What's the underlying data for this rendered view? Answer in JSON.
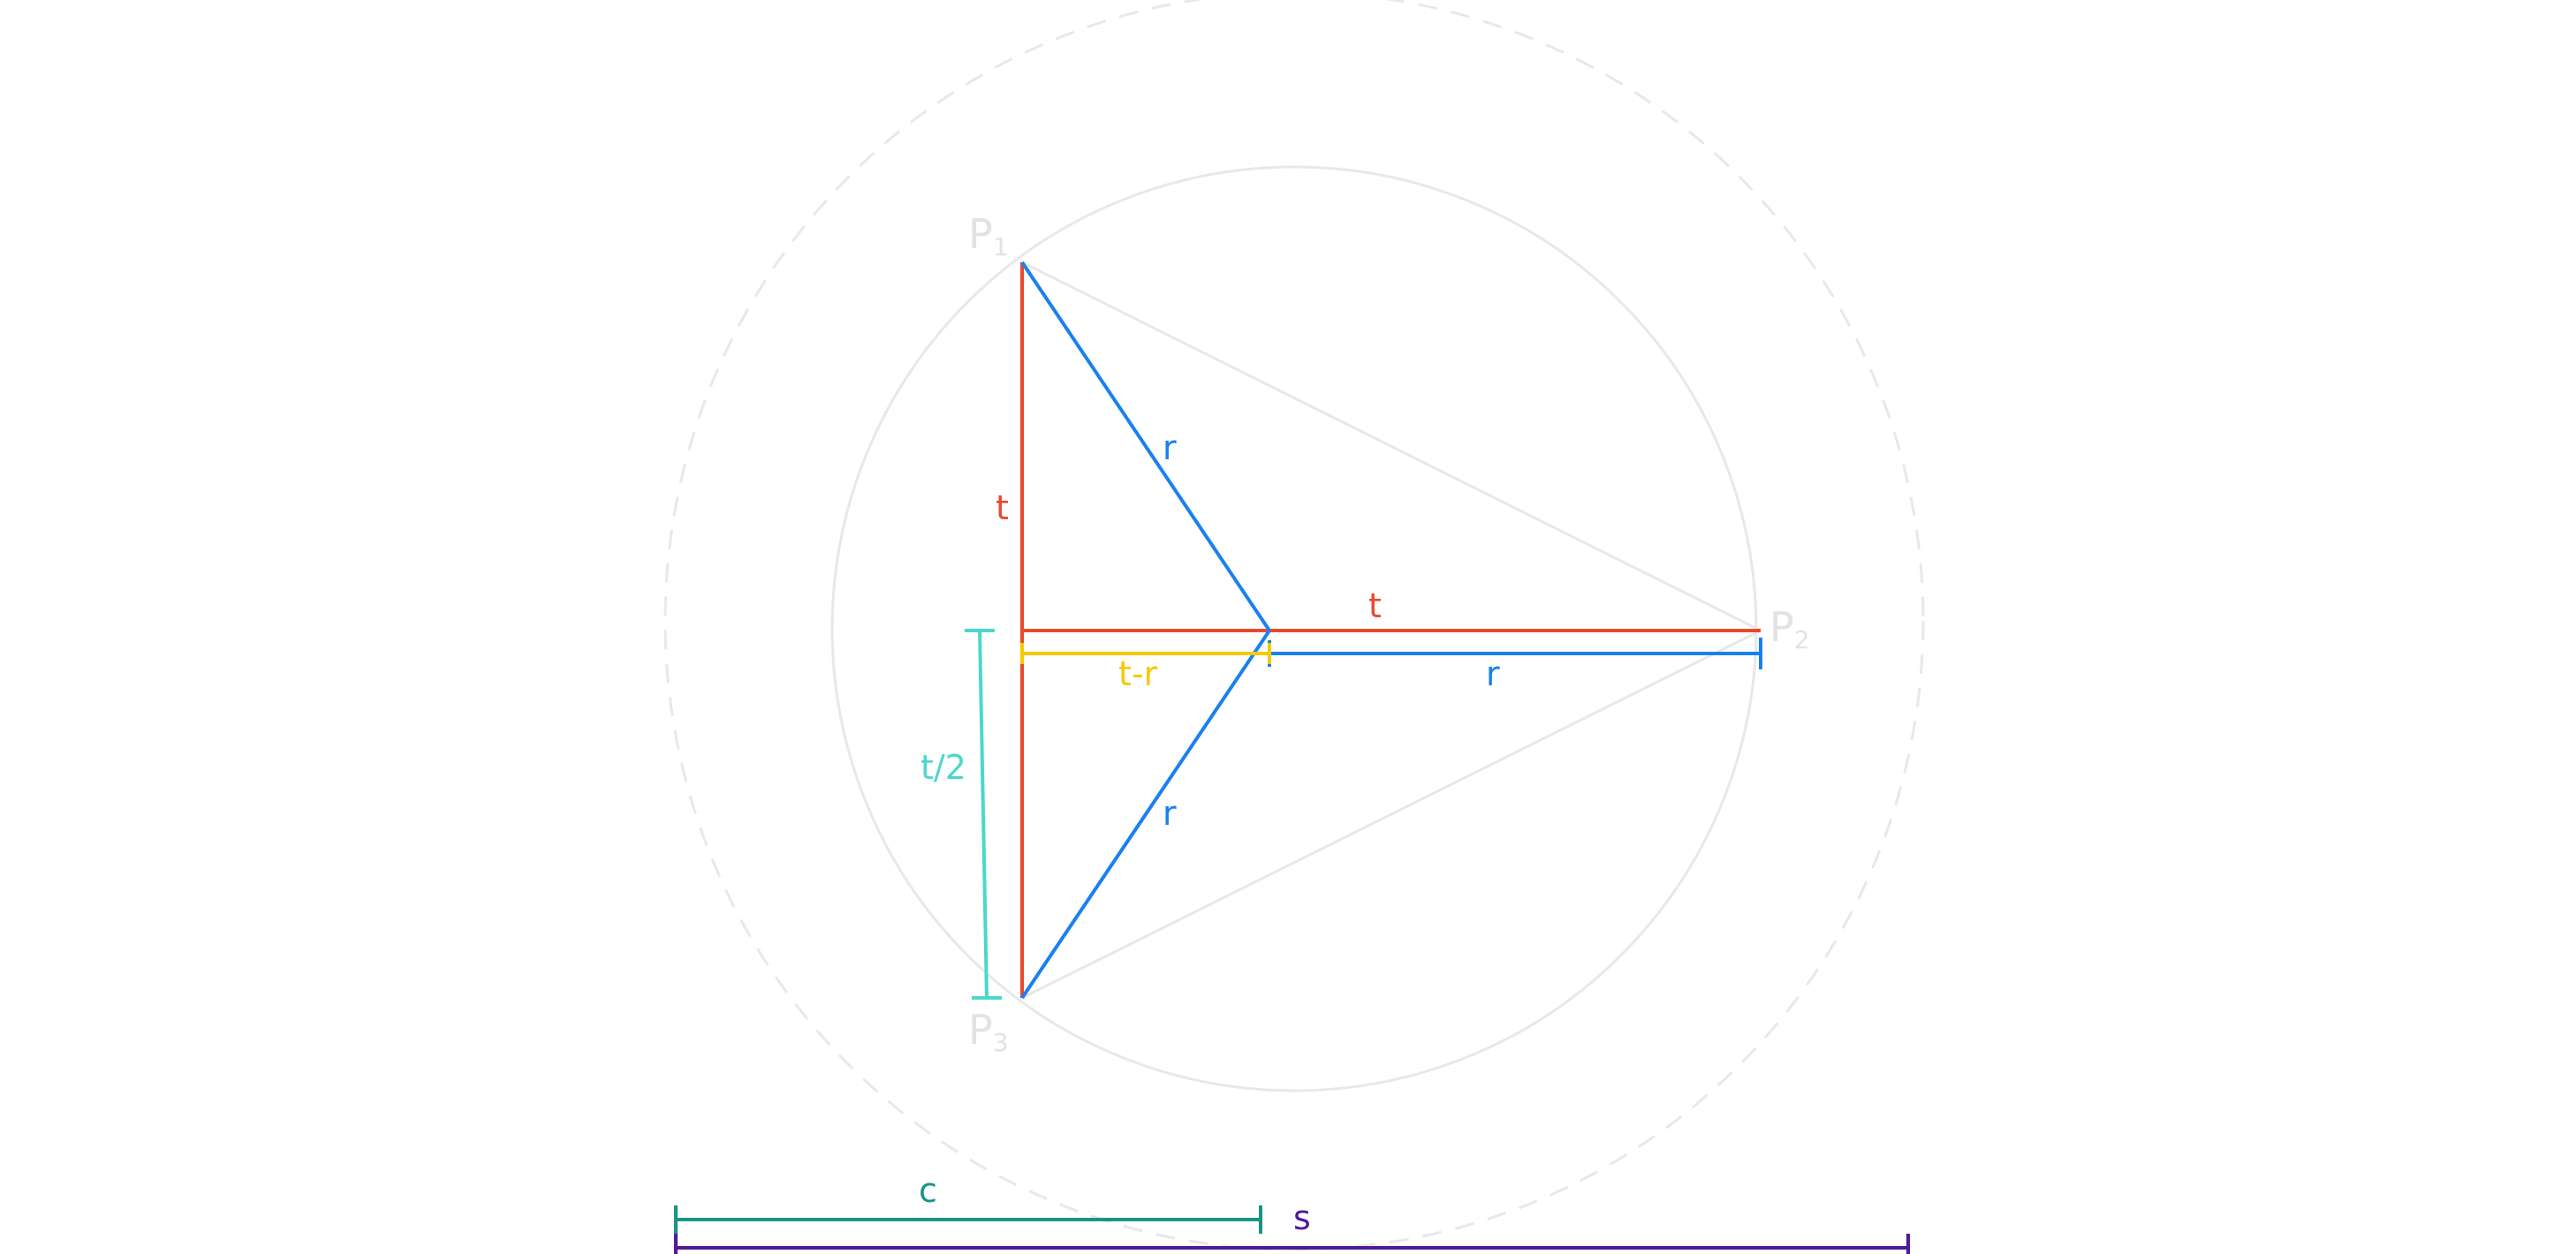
{
  "colors": {
    "circle": "#e8e8e8",
    "point_label": "#e2e2e2",
    "t": "#e84a30",
    "r": "#1a80f0",
    "t_minus_r": "#f8c800",
    "t_half": "#4ad8cc",
    "c": "#15958a",
    "s": "#4e1a96"
  },
  "points": [
    {
      "letter": "P",
      "sub": "1"
    },
    {
      "letter": "P",
      "sub": "2"
    },
    {
      "letter": "P",
      "sub": "3"
    }
  ],
  "labels": {
    "t_vertical": "t",
    "t_horizontal": "t",
    "r_upper": "r",
    "r_lower": "r",
    "r_horizontal": "r",
    "t_minus_r": "t-r",
    "t_half": "t/2",
    "c": "c",
    "s": "s"
  }
}
